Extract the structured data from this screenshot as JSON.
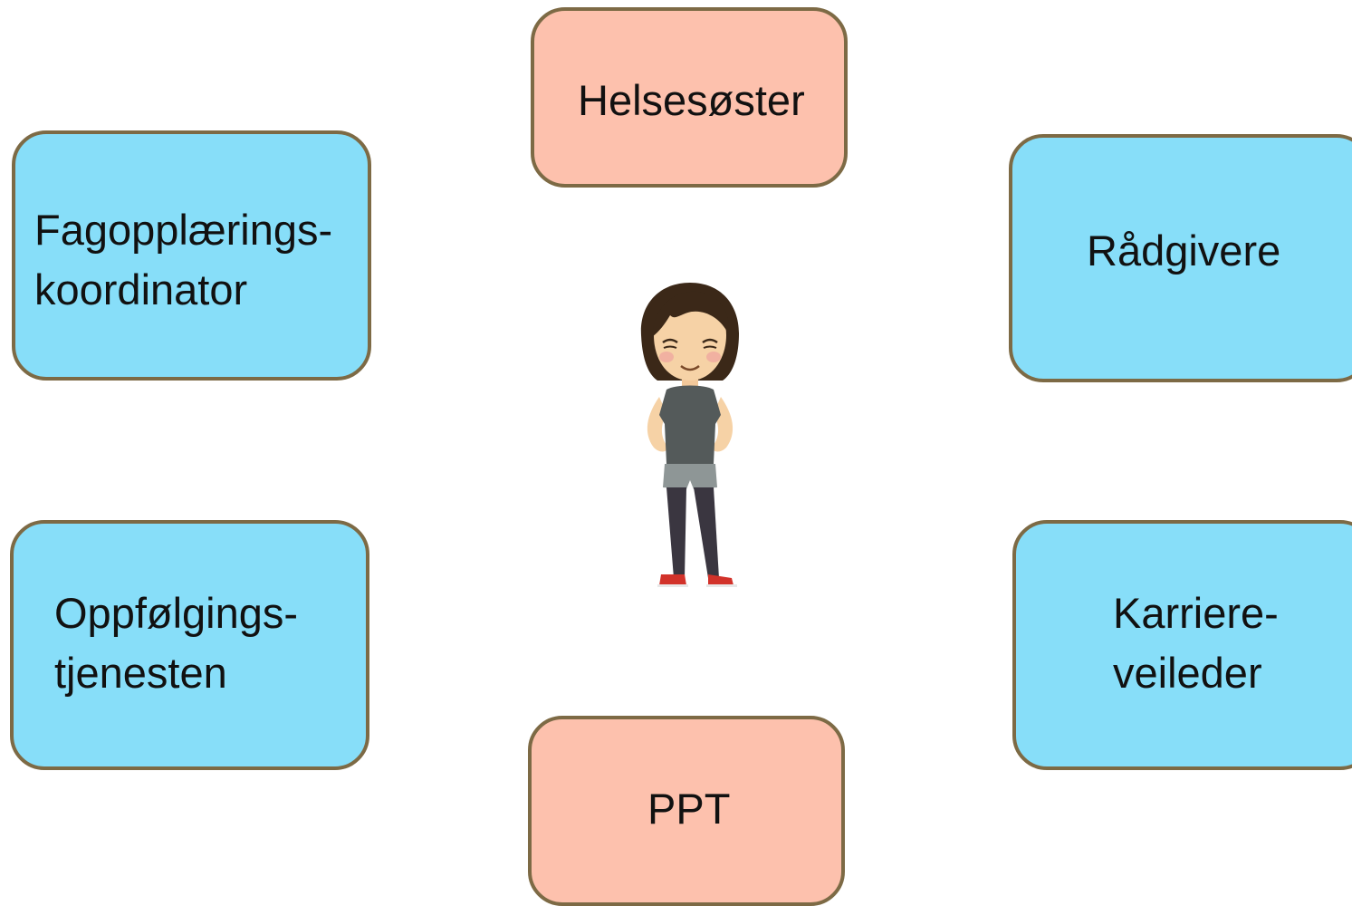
{
  "roles": {
    "helsesoster": {
      "lines": [
        "Helsesøster"
      ]
    },
    "fagopplaering": {
      "lines": [
        "Fagopplærings-",
        "koordinator"
      ]
    },
    "radgivere": {
      "lines": [
        "Rådgivere"
      ]
    },
    "oppfolging": {
      "lines": [
        "Oppfølgings-",
        "tjenesten"
      ]
    },
    "karriere": {
      "lines": [
        "Karriere-",
        "veileder"
      ]
    },
    "ppt": {
      "lines": [
        "PPT"
      ]
    }
  },
  "colors": {
    "primary_box": "#87def9",
    "secondary_box": "#fdc1ad",
    "box_border": "#7d6a45"
  },
  "center_figure": {
    "icon": "student-girl-icon"
  }
}
